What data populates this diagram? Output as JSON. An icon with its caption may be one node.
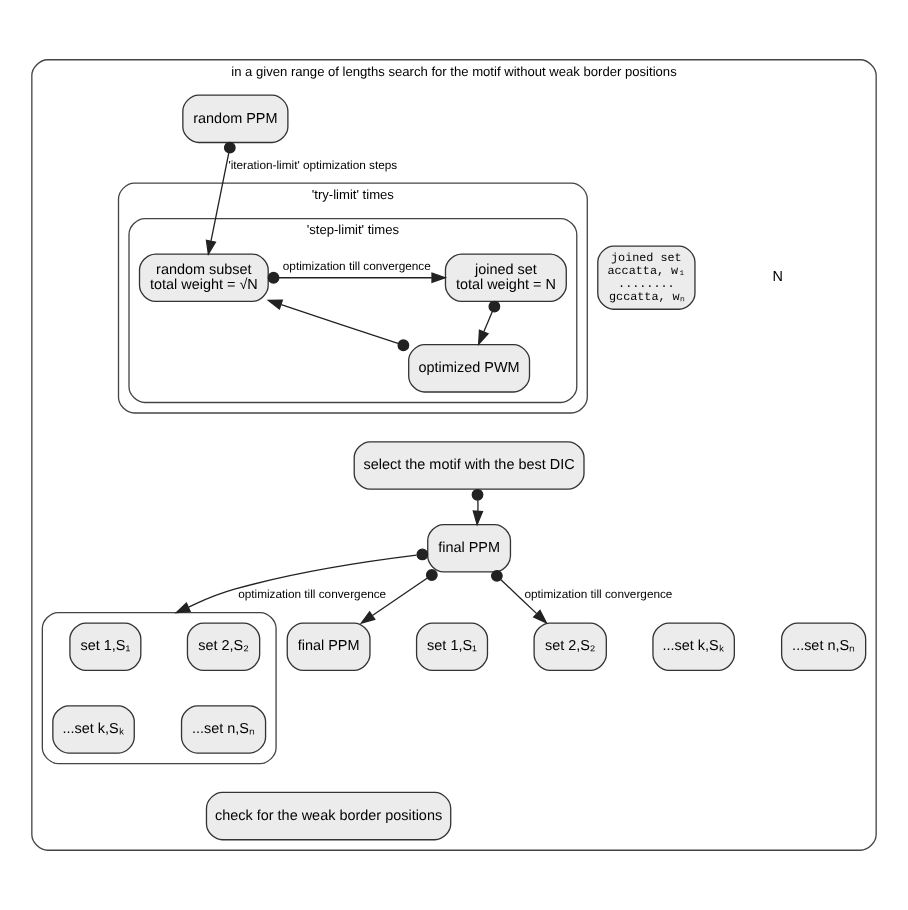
{
  "diagram": {
    "nodes": [
      {
        "text": [
          "in a given range of lengths search for the motif without weak border positions"
        ]
      },
      {
        "text": [
          "random PPM"
        ],
        "in": 0
      },
      {
        "text": [
          "'try-limit' times"
        ],
        "in": 0
      },
      {
        "text": [
          "'step-limit' times"
        ],
        "in": 2
      },
      {
        "text": [
          "random subset",
          "total weight = √N"
        ],
        "in": 3
      },
      {
        "text": [
          "joined set",
          "total weight = N"
        ],
        "in": 3
      },
      {
        "text": [
          "optimized PWM"
        ],
        "in": 3
      },
      {
        "text": [
          "joined set",
          "accatta, w₁",
          "........",
          "gccatta, wₙ"
        ],
        "in": 0
      },
      {
        "text": [
          "select the motif with the best DIC"
        ],
        "in": 0
      },
      {
        "text": [
          "final PPM"
        ],
        "in": 0
      },
      {
        "text": [],
        "shape": "box",
        "in": 0
      },
      {
        "text": [
          "set 1,S₁"
        ],
        "in": 10
      },
      {
        "text": [
          "set 2,S₂"
        ],
        "in": 10
      },
      {
        "text": [
          "...set k,Sₖ"
        ],
        "in": 10
      },
      {
        "text": [
          "...set n,Sₙ"
        ],
        "in": 10
      },
      {
        "text": [
          "final PPM"
        ],
        "in": 0
      },
      {
        "text": [
          "set 1,S₁"
        ],
        "in": 0
      },
      {
        "text": [
          "set 2,S₂"
        ],
        "in": 0
      },
      {
        "text": [
          "...set k,Sₖ"
        ],
        "in": 0
      },
      {
        "text": [
          "...set n,Sₙ"
        ],
        "in": 0
      },
      {
        "text": [
          "check for the weak border positions"
        ],
        "in": 0
      }
    ],
    "edges": [
      {
        "from": 1,
        "to": 4,
        "arrow": "to",
        "label": "'iteration-limit' optimization steps"
      },
      {
        "from": 4,
        "to": 5,
        "arrow": "to",
        "label": "optimization till convergence"
      },
      {
        "from": 5,
        "to": 6,
        "arrow": "to"
      },
      {
        "from": 6,
        "to": 4,
        "arrow": "to"
      },
      {
        "from": 8,
        "to": 9,
        "arrow": "to"
      },
      {
        "from": 9,
        "to": 10,
        "arrow": "to",
        "label": "optimization till convergence"
      },
      {
        "from": 9,
        "to": 15,
        "arrow": "to"
      },
      {
        "from": 9,
        "to": 17,
        "arrow": "to",
        "label": "optimization till convergence"
      }
    ],
    "labels": [
      "N"
    ]
  }
}
